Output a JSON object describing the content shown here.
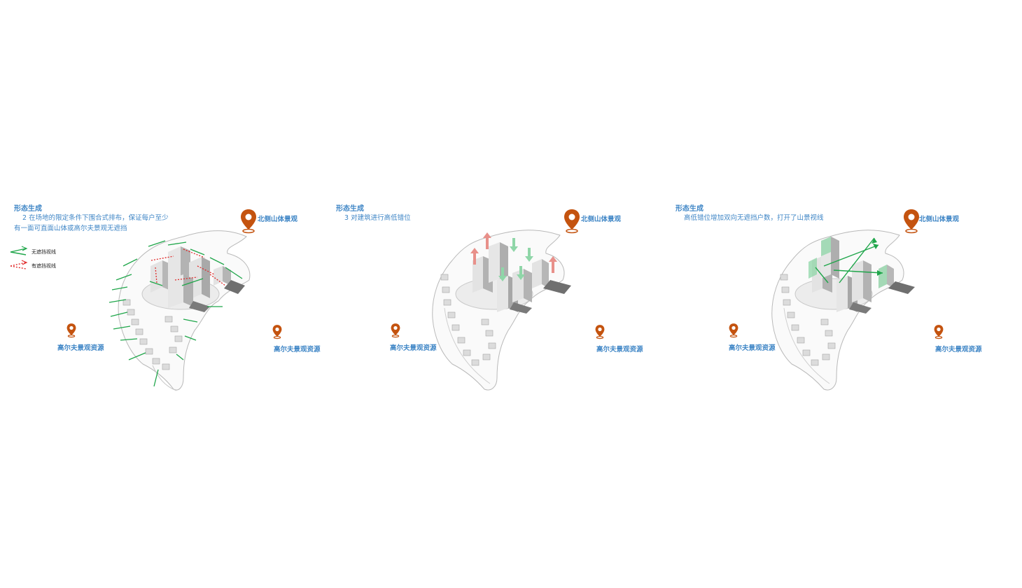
{
  "panels": [
    {
      "title": "形态生成",
      "desc_line1": "2  在场地的限定条件下围合式排布，保证每户至少",
      "desc_line2": "有一面可直面山体或高尔夫景观无遮挡",
      "label_north": "北侧山体景观",
      "label_west": "高尔夫景观资源",
      "label_east": "高尔夫景观资源",
      "legend": [
        {
          "label": "无遮挡视线",
          "color": "#1fa64a"
        },
        {
          "label": "有遮挡视线",
          "color": "#e02a2a"
        }
      ]
    },
    {
      "title": "形态生成",
      "desc_line1": "3  对建筑进行高低错位",
      "label_north": "北侧山体景观",
      "label_west": "高尔夫景观资源",
      "label_east": "高尔夫景观资源"
    },
    {
      "title": "形态生成",
      "desc_line1": "高低错位增加双向无遮挡户数，打开了山景视线",
      "label_north": "北侧山体景观",
      "label_west": "高尔夫景观资源",
      "label_east": "高尔夫景观资源"
    }
  ],
  "colors": {
    "text_blue": "#3f86c6",
    "pin_orange": "#c4530f",
    "view_green": "#1fa64a",
    "blocked_red": "#e02a2a",
    "up_arrow_pink": "#e8908a",
    "down_arrow_green": "#8fd6a8"
  },
  "icons": [
    "location-pin-icon",
    "green-arrow-icon",
    "red-dashed-arrow-icon"
  ]
}
